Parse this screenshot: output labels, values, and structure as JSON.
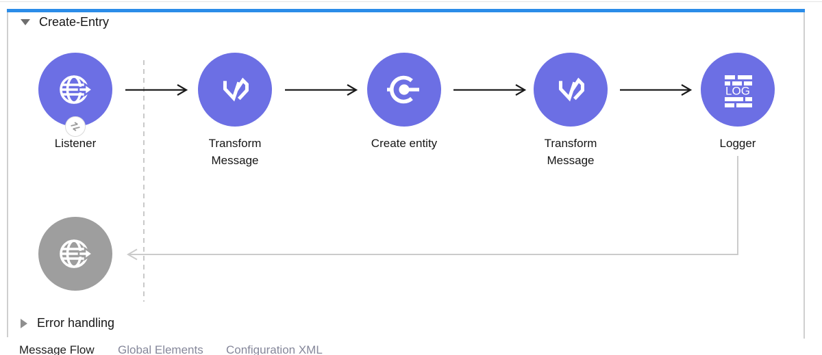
{
  "colors": {
    "accent_blue": "#2B8CE8",
    "node_purple": "#6C6FE4",
    "node_gray": "#9E9E9E",
    "connector_black": "#1A1A1A",
    "connector_gray": "#CBCBCB"
  },
  "flow": {
    "title": "Create-Entry",
    "collapsed": false,
    "nodes": [
      {
        "label": "Listener",
        "icon": "http-listener-globe-arrow",
        "badge_icon": "exchange-arrows"
      },
      {
        "label": "Transform Message",
        "icon": "dataweave-transform"
      },
      {
        "label": "Create entity",
        "icon": "connector-operation"
      },
      {
        "label": "Transform Message",
        "icon": "dataweave-transform"
      },
      {
        "label": "Logger",
        "icon": "logger-log-lines",
        "icon_text": "LOG"
      }
    ],
    "response_node": {
      "icon": "http-response-globe-arrow",
      "state": "disabled"
    },
    "error_section": {
      "title": "Error handling",
      "collapsed": true
    }
  },
  "tabs": [
    {
      "label": "Message Flow",
      "active": true
    },
    {
      "label": "Global Elements",
      "active": false
    },
    {
      "label": "Configuration XML",
      "active": false
    }
  ]
}
